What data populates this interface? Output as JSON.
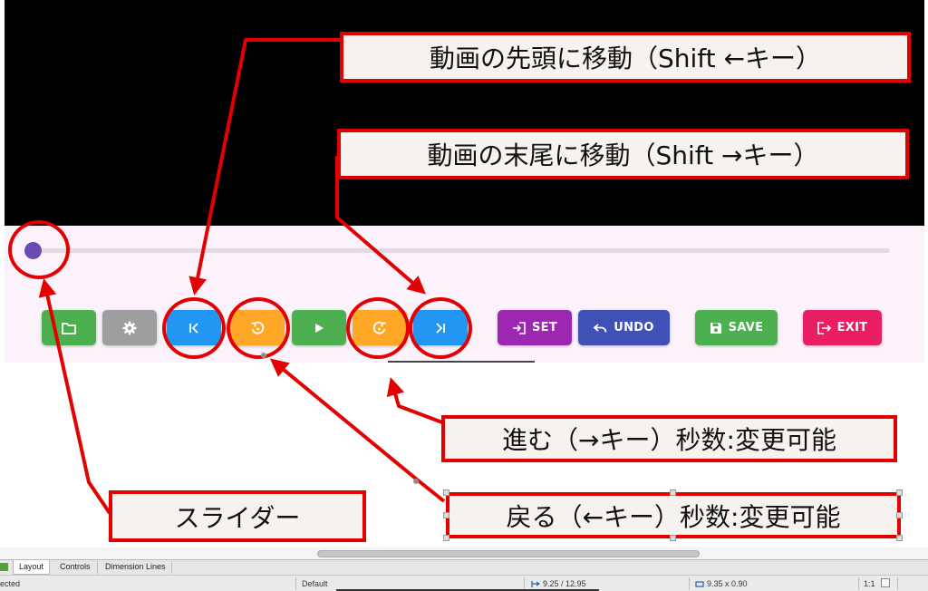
{
  "colors": {
    "video_bg": "#000000",
    "controls_bg": "#fcf2fc",
    "slider_thumb": "#6a4bb2",
    "annotation_red": "#e30000",
    "green": "#4caf50",
    "gray": "#9e9e9e",
    "blue": "#2196f3",
    "orange": "#ffa726",
    "purple": "#9c27b0",
    "indigo": "#3f51b5",
    "pink": "#e91e63"
  },
  "player": {
    "slider_value": 0,
    "buttons": [
      {
        "name": "open-folder-button",
        "icon": "folder-icon",
        "color": "#4caf50",
        "label": ""
      },
      {
        "name": "settings-button",
        "icon": "gear-icon",
        "color": "#9e9e9e",
        "label": ""
      },
      {
        "name": "skip-to-start-button",
        "icon": "skip-start-icon",
        "color": "#2196f3",
        "label": ""
      },
      {
        "name": "rewind-button",
        "icon": "rewind-icon",
        "color": "#ffa726",
        "label": ""
      },
      {
        "name": "play-button",
        "icon": "play-icon",
        "color": "#4caf50",
        "label": ""
      },
      {
        "name": "forward-button",
        "icon": "forward-icon",
        "color": "#ffa726",
        "label": ""
      },
      {
        "name": "skip-to-end-button",
        "icon": "skip-end-icon",
        "color": "#2196f3",
        "label": ""
      }
    ],
    "set_label": "SET",
    "undo_label": "UNDO",
    "save_label": "SAVE",
    "exit_label": "EXIT"
  },
  "annotations": {
    "skip_start": "動画の先頭に移動（Shift ←キー）",
    "skip_end": "動画の末尾に移動（Shift →キー）",
    "forward": "進む（→キー）秒数:変更可能",
    "rewind": "戻る（←キー）秒数:変更可能",
    "slider": "スライダー"
  },
  "ide": {
    "tabs": [
      "Layout",
      "Controls",
      "Dimension Lines"
    ],
    "status": {
      "left": "ected",
      "theme": "Default",
      "position": "9.25 / 12.95",
      "size": "9.35 x 0.90",
      "zoom": "1:1"
    }
  }
}
